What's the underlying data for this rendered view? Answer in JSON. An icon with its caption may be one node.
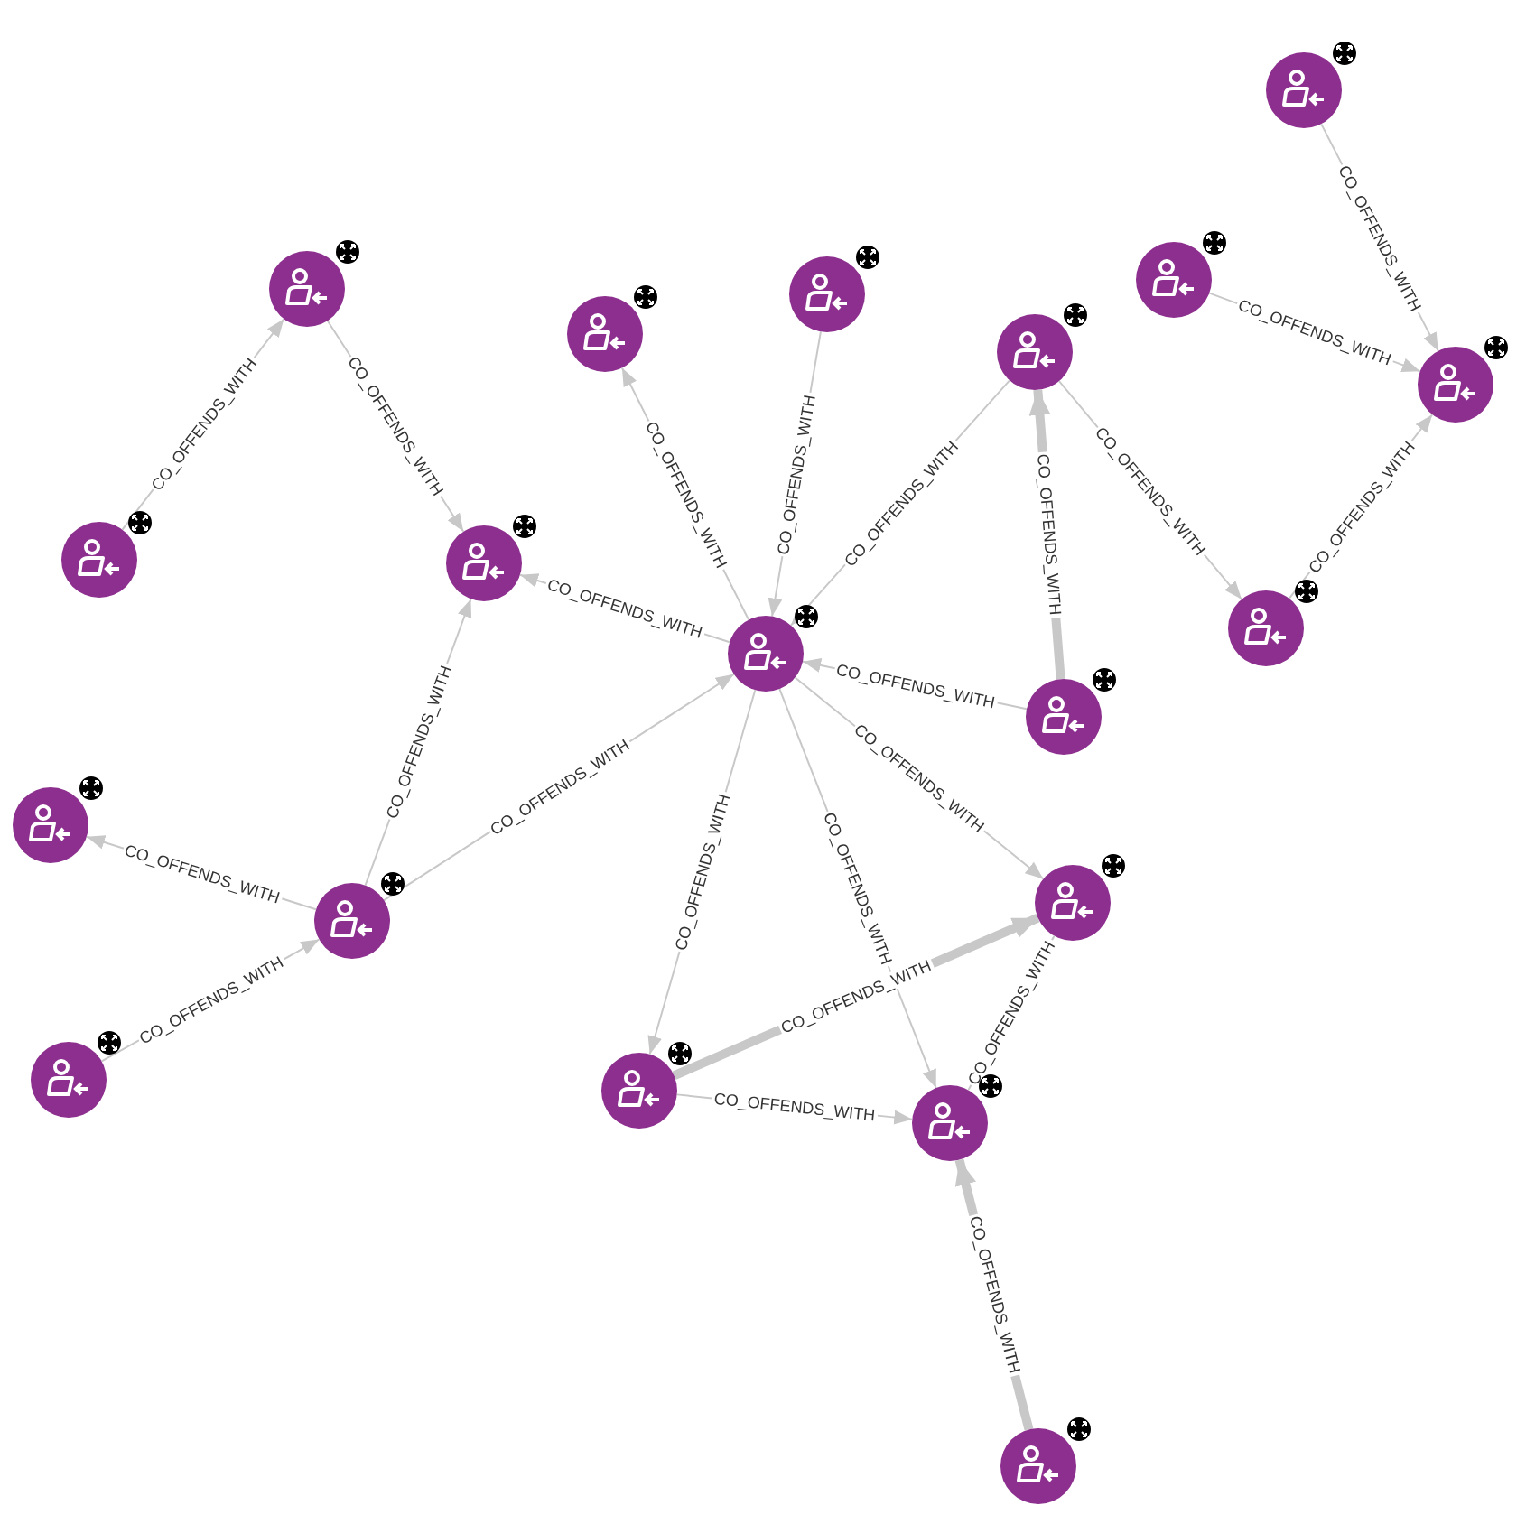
{
  "diagram": {
    "nodes": [
      {
        "text": [],
        "shape": "circle"
      },
      {
        "text": [],
        "shape": "circle"
      },
      {
        "text": [],
        "shape": "circle"
      },
      {
        "text": [],
        "shape": "circle"
      },
      {
        "text": [],
        "shape": "circle"
      },
      {
        "text": [],
        "shape": "circle"
      },
      {
        "text": [],
        "shape": "circle"
      },
      {
        "text": [],
        "shape": "circle"
      },
      {
        "text": [],
        "shape": "circle"
      },
      {
        "text": [],
        "shape": "circle"
      },
      {
        "text": [],
        "shape": "circle"
      },
      {
        "text": [],
        "shape": "circle"
      },
      {
        "text": [],
        "shape": "circle"
      },
      {
        "text": [],
        "shape": "circle"
      },
      {
        "text": [],
        "shape": "circle"
      },
      {
        "text": [],
        "shape": "circle"
      },
      {
        "text": [],
        "shape": "circle"
      },
      {
        "text": [],
        "shape": "circle"
      },
      {
        "text": [],
        "shape": "circle"
      }
    ],
    "edges": [
      {
        "from": 0,
        "to": 6,
        "arrow": "to",
        "label": "CO_OFFENDS_WITH"
      },
      {
        "from": 1,
        "to": 6,
        "arrow": "to",
        "label": "CO_OFFENDS_WITH"
      },
      {
        "from": 10,
        "to": 6,
        "arrow": "to",
        "label": "CO_OFFENDS_WITH"
      },
      {
        "from": 5,
        "to": 10,
        "arrow": "to",
        "label": "CO_OFFENDS_WITH"
      },
      {
        "from": 7,
        "to": 2,
        "arrow": "to",
        "label": "CO_OFFENDS_WITH"
      },
      {
        "from": 2,
        "to": 8,
        "arrow": "to",
        "label": "CO_OFFENDS_WITH"
      },
      {
        "from": 9,
        "to": 3,
        "arrow": "to",
        "label": "CO_OFFENDS_WITH"
      },
      {
        "from": 4,
        "to": 9,
        "arrow": "to",
        "label": "CO_OFFENDS_WITH"
      },
      {
        "from": 5,
        "to": 9,
        "arrow": "to",
        "label": "CO_OFFENDS_WITH"
      },
      {
        "from": 11,
        "to": 5,
        "arrow": "to",
        "label": "CO_OFFENDS_WITH",
        "style": "thick"
      },
      {
        "from": 9,
        "to": 8,
        "arrow": "to",
        "label": "CO_OFFENDS_WITH"
      },
      {
        "from": 11,
        "to": 9,
        "arrow": "to",
        "label": "CO_OFFENDS_WITH"
      },
      {
        "from": 13,
        "to": 8,
        "arrow": "to",
        "label": "CO_OFFENDS_WITH"
      },
      {
        "from": 13,
        "to": 9,
        "arrow": "to",
        "label": "CO_OFFENDS_WITH"
      },
      {
        "from": 13,
        "to": 12,
        "arrow": "to",
        "label": "CO_OFFENDS_WITH"
      },
      {
        "from": 15,
        "to": 13,
        "arrow": "to",
        "label": "CO_OFFENDS_WITH"
      },
      {
        "from": 9,
        "to": 14,
        "arrow": "to",
        "label": "CO_OFFENDS_WITH"
      },
      {
        "from": 9,
        "to": 16,
        "arrow": "to",
        "label": "CO_OFFENDS_WITH"
      },
      {
        "from": 9,
        "to": 17,
        "arrow": "to",
        "label": "CO_OFFENDS_WITH"
      },
      {
        "from": 16,
        "to": 14,
        "arrow": "to",
        "label": "CO_OFFENDS_WITH",
        "style": "thick"
      },
      {
        "from": 16,
        "to": 17,
        "arrow": "to",
        "label": "CO_OFFENDS_WITH"
      },
      {
        "from": 14,
        "to": 17,
        "arrow": "none",
        "label": "CO_OFFENDS_WITH"
      },
      {
        "from": 18,
        "to": 17,
        "arrow": "to",
        "label": "CO_OFFENDS_WITH",
        "style": "thick"
      }
    ]
  }
}
